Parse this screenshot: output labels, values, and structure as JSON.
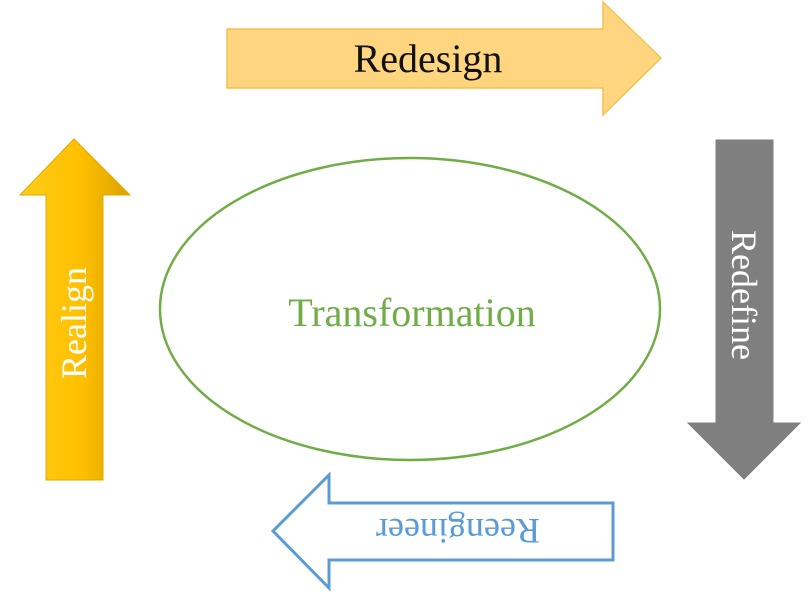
{
  "diagram": {
    "center": {
      "label": "Transformation",
      "stroke_color": "#70ad47",
      "text_color": "#70ad47"
    },
    "arrows": [
      {
        "id": "redesign",
        "label": "Redesign",
        "direction": "right",
        "fill_color": "#ffd580",
        "stroke_color": "#f4c24f",
        "text_color": "#111111"
      },
      {
        "id": "redefine",
        "label": "Redefine",
        "direction": "down",
        "fill_color": "#7f7f7f",
        "stroke_color": "#7f7f7f",
        "text_color": "#ffffff"
      },
      {
        "id": "reengineer",
        "label": "Reengineer",
        "direction": "left",
        "fill_color": "#ffffff",
        "stroke_color": "#5b9bd5",
        "text_color": "#5b9bd5"
      },
      {
        "id": "realign",
        "label": "Realign",
        "direction": "up",
        "fill_color": "#ffc000",
        "stroke_color": "#e0a800",
        "text_color": "#ffffff"
      }
    ]
  }
}
